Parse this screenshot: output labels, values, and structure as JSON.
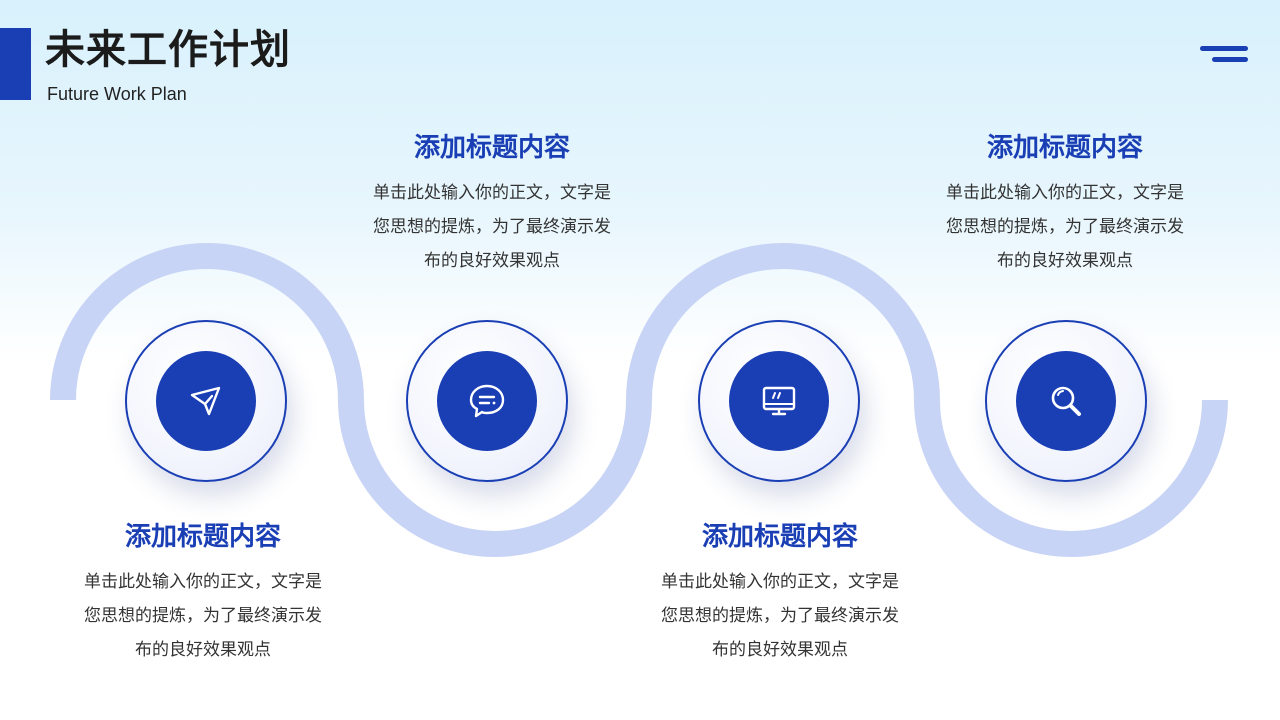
{
  "header": {
    "title": "未来工作计划",
    "subtitle": "Future Work Plan"
  },
  "colors": {
    "accent": "#1a3fb5",
    "wave": "#c8d4f6",
    "heading": "#1a3fb5",
    "text": "#333333"
  },
  "steps": [
    {
      "icon": "send-icon",
      "heading": "添加标题内容",
      "lines": [
        "单击此处输入你的正文，文字是",
        "您思想的提炼，为了最终演示发",
        "布的良好效果观点"
      ]
    },
    {
      "icon": "chat-icon",
      "heading": "添加标题内容",
      "lines": [
        "单击此处输入你的正文，文字是",
        "您思想的提炼，为了最终演示发",
        "布的良好效果观点"
      ]
    },
    {
      "icon": "monitor-icon",
      "heading": "添加标题内容",
      "lines": [
        "单击此处输入你的正文，文字是",
        "您思想的提炼，为了最终演示发",
        "布的良好效果观点"
      ]
    },
    {
      "icon": "search-icon",
      "heading": "添加标题内容",
      "lines": [
        "单击此处输入你的正文，文字是",
        "您思想的提炼，为了最终演示发",
        "布的良好效果观点"
      ]
    }
  ]
}
